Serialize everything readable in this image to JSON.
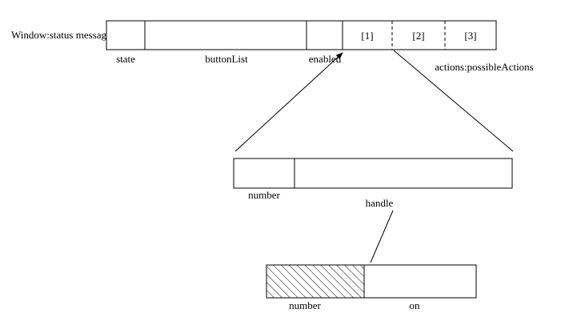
{
  "window_record": {
    "title": "Window:status message",
    "fields": {
      "state": "state",
      "buttonList": "buttonList",
      "enabled": "enabled",
      "actions": "actions:possibleActions"
    },
    "slots": {
      "s1": "[1]",
      "s2": "[2]",
      "s3": "[3]"
    }
  },
  "action_record": {
    "number": "number",
    "handle": "handle"
  },
  "handle_record": {
    "number": "number",
    "on": "on"
  }
}
